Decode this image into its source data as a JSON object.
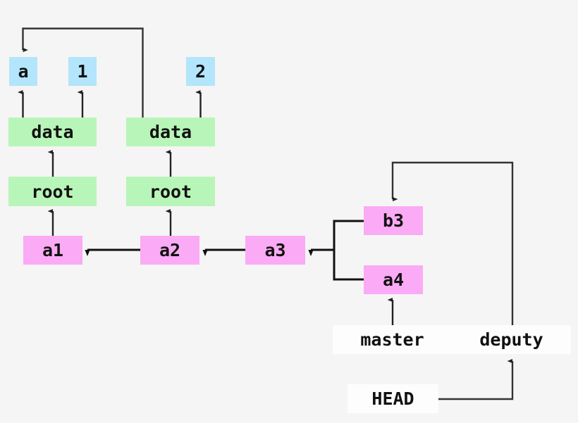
{
  "diagram": {
    "title": "git object graph with master and deputy branches",
    "background_color": "#f5f5f5",
    "edge_color": "#333333",
    "colors": {
      "blob": "#b3e5fc",
      "tree": "#b8f5b8",
      "commit": "#fbaaf5",
      "ref": "#fdfdfd"
    },
    "nodes": {
      "blob_a": {
        "label": "a",
        "type": "blob"
      },
      "blob_1": {
        "label": "1",
        "type": "blob"
      },
      "blob_2": {
        "label": "2",
        "type": "blob"
      },
      "tree_data_left": {
        "label": "data",
        "type": "tree"
      },
      "tree_data_right": {
        "label": "data",
        "type": "tree"
      },
      "tree_root_left": {
        "label": "root",
        "type": "tree"
      },
      "tree_root_right": {
        "label": "root",
        "type": "tree"
      },
      "commit_a1": {
        "label": "a1",
        "type": "commit"
      },
      "commit_a2": {
        "label": "a2",
        "type": "commit"
      },
      "commit_a3": {
        "label": "a3",
        "type": "commit"
      },
      "commit_b3": {
        "label": "b3",
        "type": "commit"
      },
      "commit_a4": {
        "label": "a4",
        "type": "commit"
      },
      "ref_master": {
        "label": "master",
        "type": "ref"
      },
      "ref_deputy": {
        "label": "deputy",
        "type": "ref"
      },
      "ref_head": {
        "label": "HEAD",
        "type": "ref"
      }
    },
    "edges": [
      {
        "from": "tree_data_left",
        "to": "blob_a",
        "kind": "arrow-up"
      },
      {
        "from": "tree_data_left",
        "to": "blob_1",
        "kind": "arrow-up"
      },
      {
        "from": "tree_data_right",
        "to": "blob_2",
        "kind": "arrow-up"
      },
      {
        "from": "tree_data_right",
        "to": "blob_a",
        "kind": "elbow-over-top"
      },
      {
        "from": "tree_root_left",
        "to": "tree_data_left",
        "kind": "arrow-up"
      },
      {
        "from": "tree_root_right",
        "to": "tree_data_right",
        "kind": "arrow-up"
      },
      {
        "from": "commit_a1",
        "to": "tree_root_left",
        "kind": "arrow-up"
      },
      {
        "from": "commit_a2",
        "to": "tree_root_right",
        "kind": "arrow-up"
      },
      {
        "from": "commit_a2",
        "to": "commit_a1",
        "kind": "arrow-left"
      },
      {
        "from": "commit_a3",
        "to": "commit_a2",
        "kind": "arrow-left"
      },
      {
        "from": "commit_b3",
        "to": "commit_a3",
        "kind": "fork-left"
      },
      {
        "from": "commit_a4",
        "to": "commit_a3",
        "kind": "fork-left"
      },
      {
        "from": "ref_master",
        "to": "commit_a4",
        "kind": "arrow-up"
      },
      {
        "from": "ref_deputy",
        "to": "commit_b3",
        "kind": "elbow-down-arrow"
      },
      {
        "from": "ref_head",
        "to": "ref_deputy",
        "kind": "elbow-up-arrow"
      }
    ]
  }
}
